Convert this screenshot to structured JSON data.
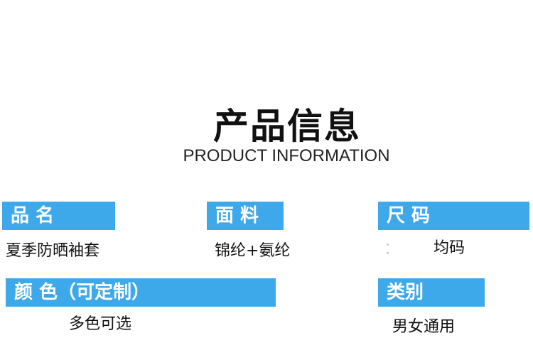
{
  "header": {
    "title_cn": "产品信息",
    "title_en": "PRODUCT INFORMATION"
  },
  "fields": {
    "name": {
      "label": "品 名",
      "value": "夏季防晒袖套"
    },
    "fabric": {
      "label": "面 料",
      "value": "锦纶+氨纶"
    },
    "size": {
      "label": "尺 码",
      "value": "均码"
    },
    "color": {
      "label": "颜 色（可定制）",
      "value": "多色可选"
    },
    "category": {
      "label": "类别",
      "value": "男女通用"
    }
  },
  "colors": {
    "label_background": "#3da8ea",
    "label_text": "#ffffff",
    "body_text": "#111111"
  }
}
